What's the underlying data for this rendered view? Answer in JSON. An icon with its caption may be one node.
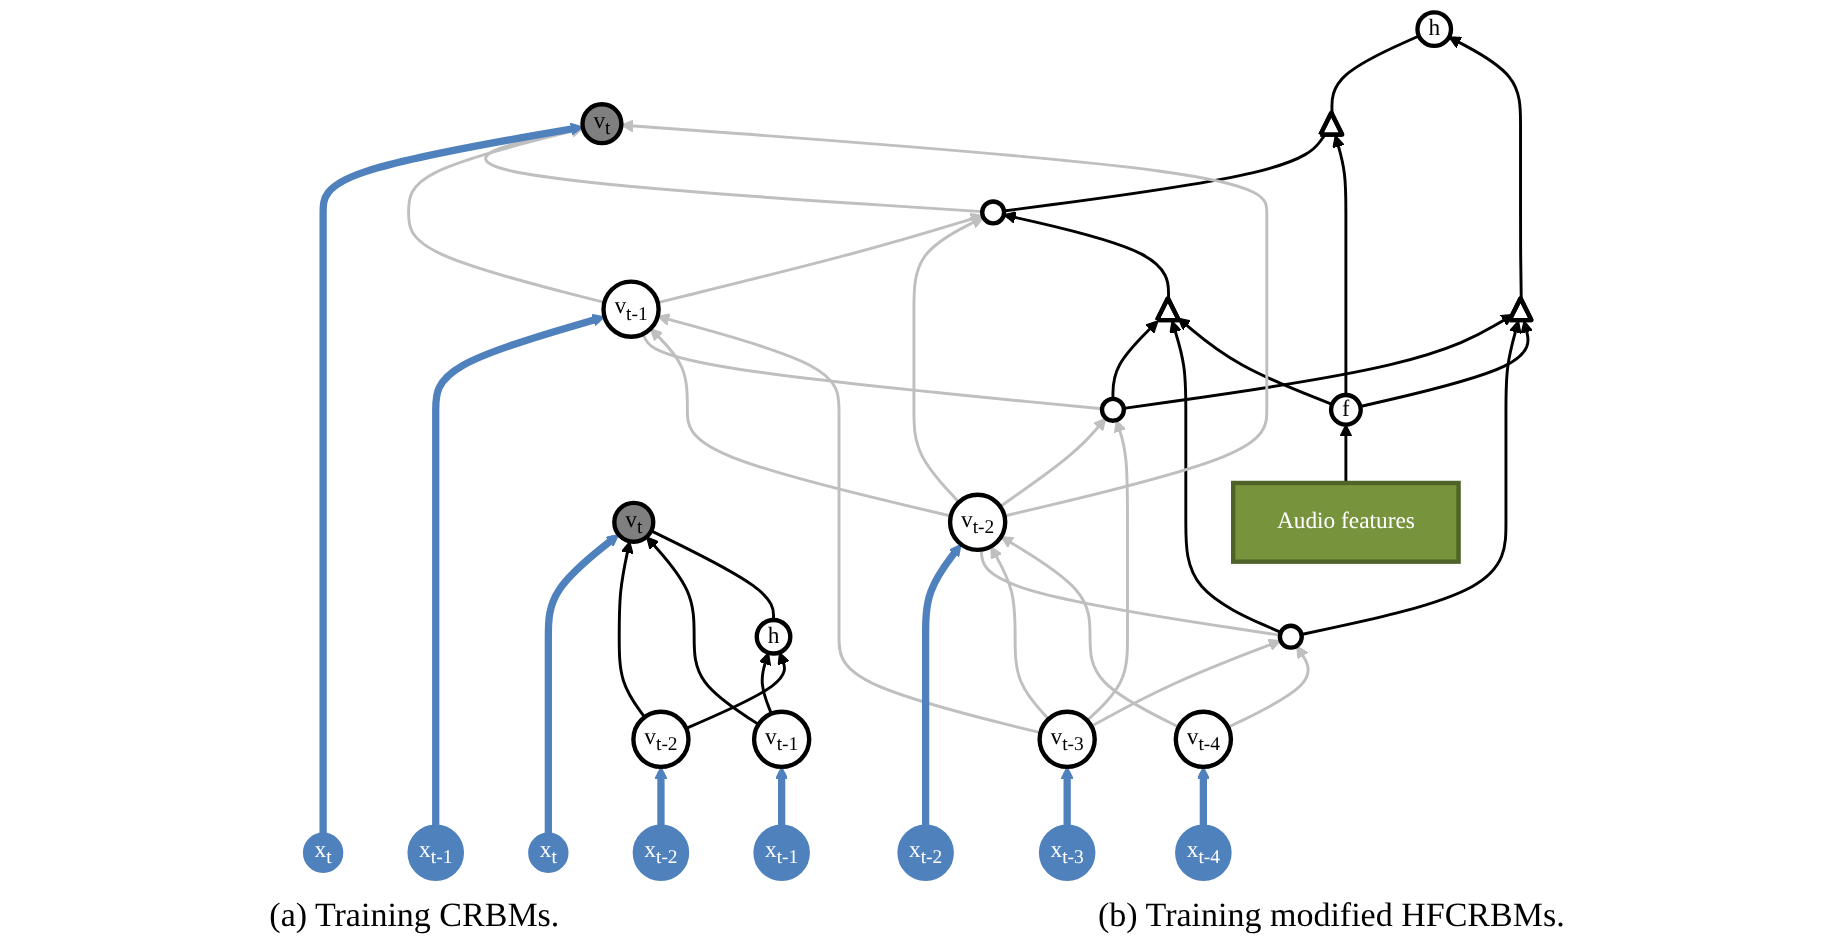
{
  "diagram": {
    "nodes": [
      {
        "text": [
          "h"
        ]
      },
      {
        "text": [
          "v$_{t-2}$"
        ]
      },
      {
        "text": [
          "v$_{t-1}$"
        ]
      },
      {
        "text": [
          "v$_{t}$"
        ]
      },
      {
        "text": [
          "x$_{t-2}$"
        ]
      },
      {
        "text": [
          "x$_{t-1}$"
        ]
      },
      {
        "text": [
          "x$_{t}$"
        ]
      },
      {
        "text": [
          "Audio features"
        ]
      },
      {
        "text": [
          "h"
        ]
      },
      {
        "text": [
          "f"
        ]
      },
      {
        "text": [],
        "shape": "triangle"
      },
      {
        "text": [],
        "shape": "triangle"
      },
      {
        "text": [],
        "shape": "triangle"
      },
      {
        "text": [],
        "shape": "circle"
      },
      {
        "text": [],
        "shape": "circle"
      },
      {
        "text": [],
        "shape": "circle"
      },
      {
        "text": [
          "v$_{t-4}$"
        ]
      },
      {
        "text": [
          "v$_{t-3}$"
        ]
      },
      {
        "text": [
          "v$_{t-2}$"
        ]
      },
      {
        "text": [
          "v$_{t-1}$"
        ]
      },
      {
        "text": [
          "v$_{t}$"
        ]
      },
      {
        "text": [
          "x$_{t-4}$"
        ]
      },
      {
        "text": [
          "x$_{t-3}$"
        ]
      },
      {
        "text": [
          "x$_{t-2}$"
        ]
      },
      {
        "text": [
          "x$_{t-1}$"
        ]
      },
      {
        "text": [
          "x$_{t}$"
        ]
      }
    ],
    "edges": [
      {
        "from": 1,
        "to": 0,
        "arrow": "to"
      },
      {
        "from": 2,
        "to": 0,
        "arrow": "to"
      },
      {
        "from": 0,
        "to": 3,
        "arrow": "none"
      },
      {
        "from": 2,
        "to": 3,
        "arrow": "to"
      },
      {
        "from": 1,
        "to": 3,
        "arrow": "to"
      },
      {
        "from": 4,
        "to": 1,
        "arrow": "to",
        "style": "thick",
        "color": "#4f81bd"
      },
      {
        "from": 5,
        "to": 2,
        "arrow": "to",
        "style": "thick",
        "color": "#4f81bd"
      },
      {
        "from": 6,
        "to": 3,
        "arrow": "to",
        "style": "thick",
        "color": "#4f81bd"
      },
      {
        "from": 7,
        "to": 9,
        "arrow": "to"
      },
      {
        "from": 9,
        "to": 10,
        "arrow": "to"
      },
      {
        "from": 9,
        "to": 11,
        "arrow": "to"
      },
      {
        "from": 9,
        "to": 12,
        "arrow": "to"
      },
      {
        "from": 10,
        "to": 8,
        "arrow": "to"
      },
      {
        "from": 11,
        "to": 8,
        "arrow": "none"
      },
      {
        "from": 15,
        "to": 11,
        "arrow": "none"
      },
      {
        "from": 13,
        "to": 10,
        "arrow": "to"
      },
      {
        "from": 13,
        "to": 12,
        "arrow": "to"
      },
      {
        "from": 14,
        "to": 10,
        "arrow": "to"
      },
      {
        "from": 14,
        "to": 12,
        "arrow": "to"
      },
      {
        "from": 12,
        "to": 15,
        "arrow": "to"
      },
      {
        "from": 16,
        "to": 13,
        "arrow": "to",
        "color": "#bfbfbf"
      },
      {
        "from": 16,
        "to": 18,
        "arrow": "to",
        "color": "#bfbfbf"
      },
      {
        "from": 17,
        "to": 13,
        "arrow": "to",
        "color": "#bfbfbf"
      },
      {
        "from": 17,
        "to": 14,
        "arrow": "to",
        "color": "#bfbfbf"
      },
      {
        "from": 17,
        "to": 18,
        "arrow": "to",
        "color": "#bfbfbf"
      },
      {
        "from": 17,
        "to": 19,
        "arrow": "to",
        "color": "#bfbfbf"
      },
      {
        "from": 13,
        "to": 18,
        "arrow": "none",
        "color": "#bfbfbf"
      },
      {
        "from": 18,
        "to": 14,
        "arrow": "to",
        "color": "#bfbfbf"
      },
      {
        "from": 18,
        "to": 15,
        "arrow": "to",
        "color": "#bfbfbf"
      },
      {
        "from": 18,
        "to": 19,
        "arrow": "to",
        "color": "#bfbfbf"
      },
      {
        "from": 18,
        "to": 20,
        "arrow": "to",
        "color": "#bfbfbf"
      },
      {
        "from": 14,
        "to": 19,
        "arrow": "none",
        "color": "#bfbfbf"
      },
      {
        "from": 19,
        "to": 15,
        "arrow": "to",
        "color": "#bfbfbf"
      },
      {
        "from": 19,
        "to": 20,
        "arrow": "to",
        "color": "#bfbfbf"
      },
      {
        "from": 15,
        "to": 20,
        "arrow": "none",
        "color": "#bfbfbf"
      },
      {
        "from": 21,
        "to": 16,
        "arrow": "to",
        "style": "thick",
        "color": "#4f81bd"
      },
      {
        "from": 22,
        "to": 17,
        "arrow": "to",
        "style": "thick",
        "color": "#4f81bd"
      },
      {
        "from": 23,
        "to": 18,
        "arrow": "to",
        "style": "thick",
        "color": "#4f81bd"
      },
      {
        "from": 24,
        "to": 19,
        "arrow": "to",
        "style": "thick",
        "color": "#4f81bd"
      },
      {
        "from": 25,
        "to": 20,
        "arrow": "to",
        "style": "thick",
        "color": "#4f81bd"
      }
    ],
    "labels": [
      "(a) Training CRBMs.",
      "(b) Training modified HFCRBMs."
    ]
  }
}
